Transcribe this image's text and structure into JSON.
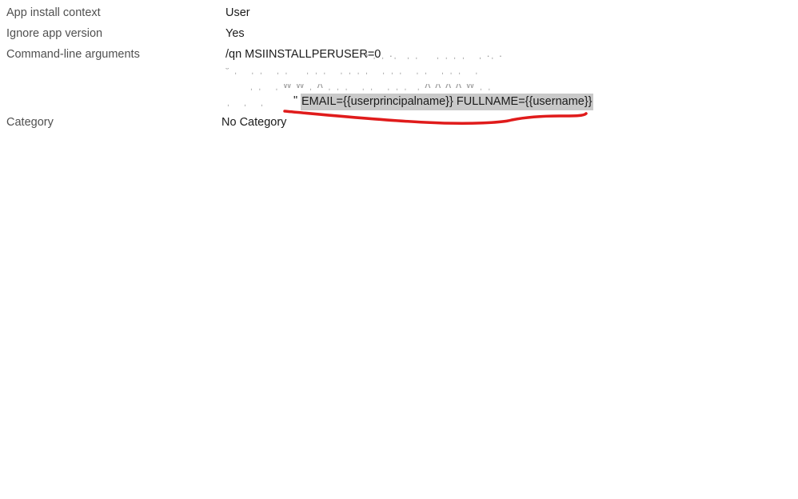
{
  "properties": {
    "install_context": {
      "label": "App install context",
      "value": "User"
    },
    "ignore_app_version": {
      "label": "Ignore app version",
      "value": "Yes"
    },
    "command_line": {
      "label": "Command-line arguments",
      "first_line": "/qn MSIINSTALLPERUSER=0",
      "highlighted": "EMAIL={{userprincipalname}} FULLNAME={{username}}"
    },
    "category": {
      "label": "Category",
      "value": "No Category"
    }
  },
  "annotation": {
    "underline_color": "#e01b1b",
    "highlight_color": "#c9c9c9"
  }
}
